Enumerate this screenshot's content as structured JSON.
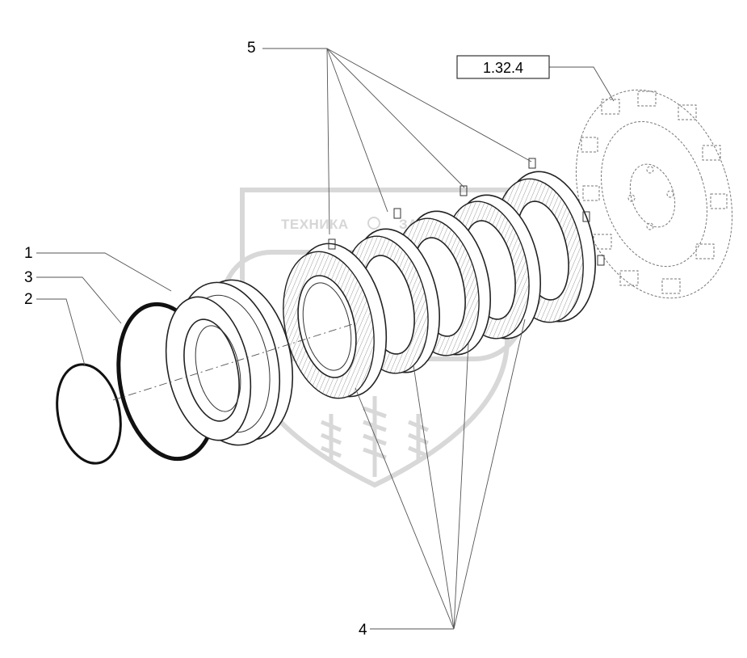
{
  "callouts": {
    "c1": "1",
    "c2": "2",
    "c3": "3",
    "c4": "4",
    "c5": "5"
  },
  "reference_box": {
    "label": "1.32.4"
  },
  "watermark": {
    "left_word": "ТЕХНИКА",
    "right_word": "ЗАПЧАСТИ"
  },
  "colors": {
    "line": "#222222",
    "watermark": "#d6d6d6",
    "background": "#ffffff"
  }
}
